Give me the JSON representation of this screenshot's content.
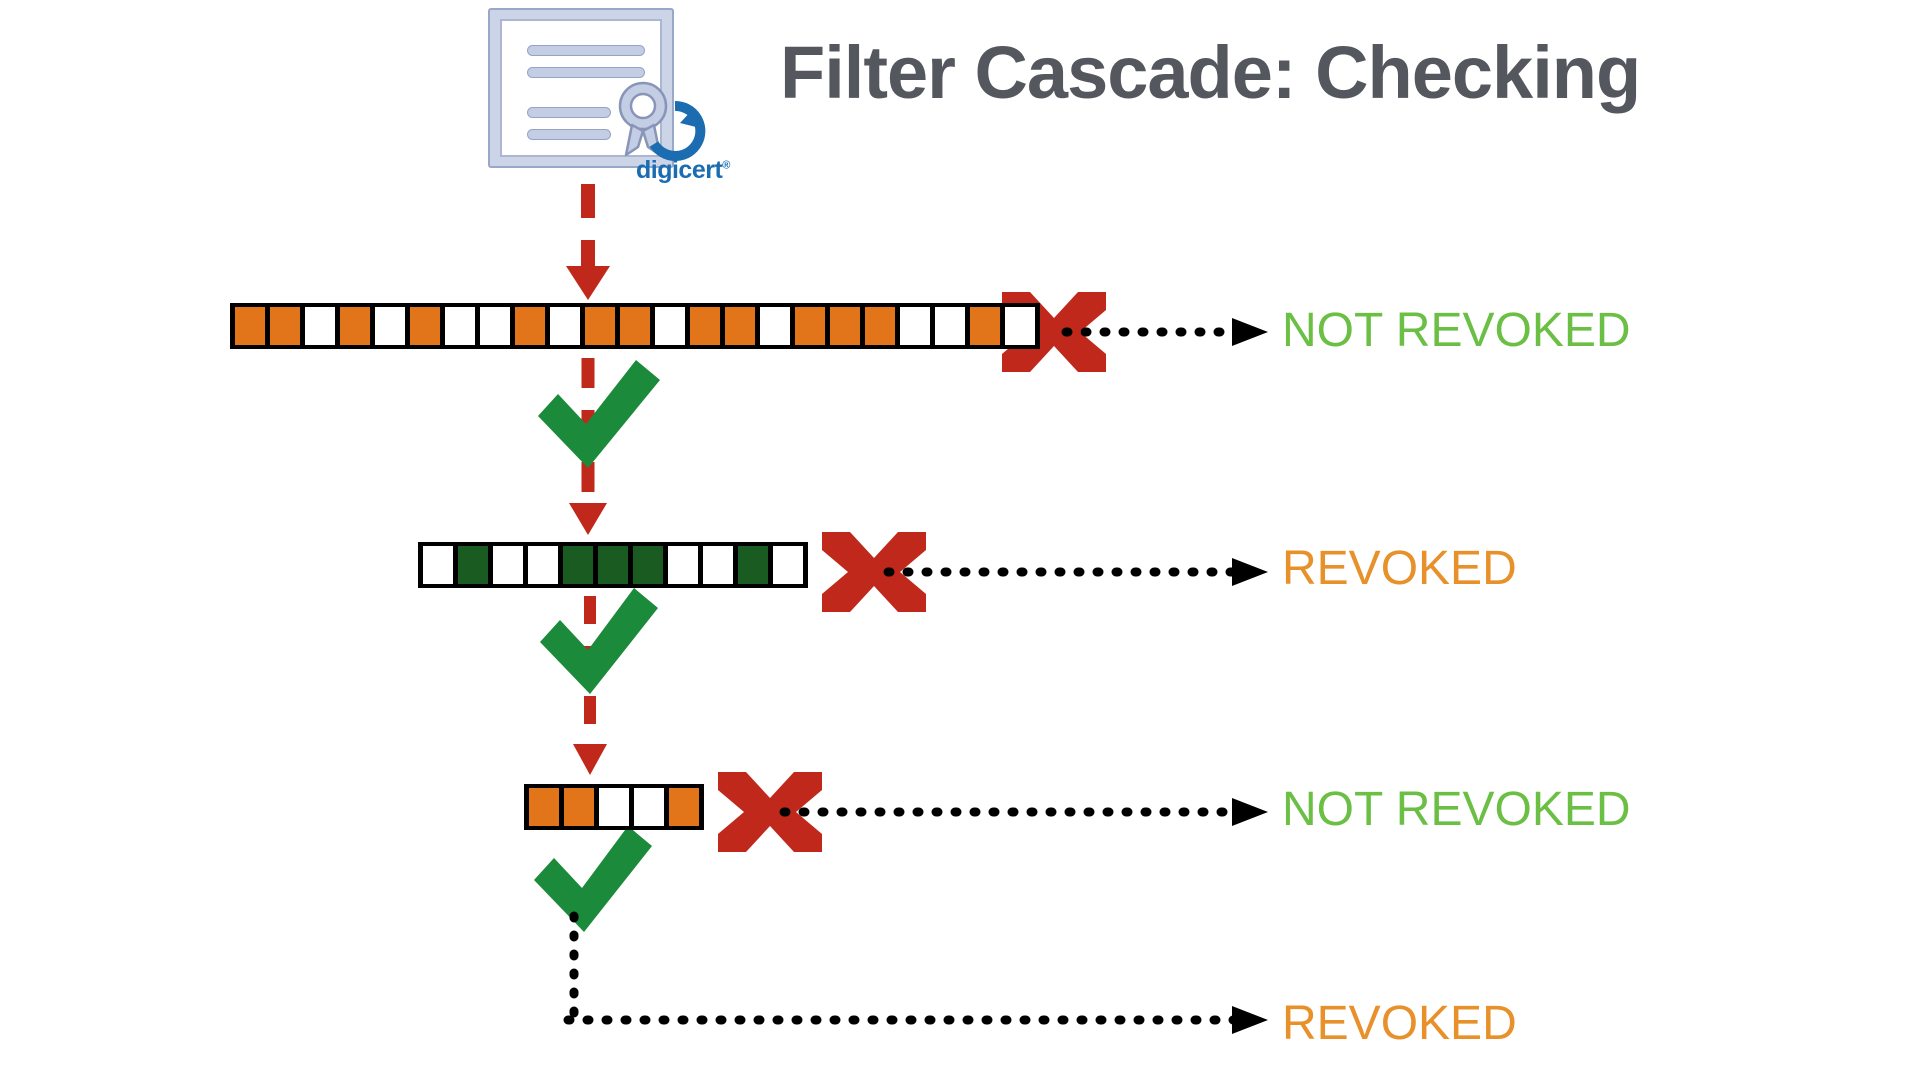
{
  "page": {
    "title": "Filter Cascade: Checking",
    "background": "#ffffff"
  },
  "colors": {
    "title": "#54585E",
    "orange_cell": "#E2751A",
    "green_cell": "#1A5B22",
    "off_cell": "#ffffff",
    "bar_frame": "#000000",
    "red_x": "#C0281C",
    "red_arrow": "#C0281C",
    "green_check": "#1B8A3A",
    "dotted_arrow": "#000000",
    "label_green": "#6CBF45",
    "label_orange": "#E8912B",
    "digicert_blue": "#1B6CB0",
    "certificate_fill": "#ccd4e8",
    "certificate_stroke": "#9aa8c8"
  },
  "certificate": {
    "icon_name": "certificate-icon",
    "brand": "digicert",
    "brand_tm": "®",
    "swoosh_name": "digicert-swoosh-icon"
  },
  "cascade": {
    "input_arrow_label": "certificate-input-arrow",
    "levels": [
      {
        "index": 1,
        "name": "filter-level-1",
        "cell_color": "#E2751A",
        "cell_count": 23,
        "cells": [
          1,
          1,
          0,
          1,
          0,
          1,
          0,
          0,
          1,
          0,
          1,
          1,
          0,
          1,
          1,
          0,
          1,
          1,
          1,
          0,
          0,
          1,
          0
        ],
        "miss_marker": "x-mark",
        "miss_result": "NOT REVOKED",
        "miss_result_color": "#6CBF45",
        "hit_marker": "check-mark"
      },
      {
        "index": 2,
        "name": "filter-level-2",
        "cell_color": "#1A5B22",
        "cell_count": 11,
        "cells": [
          0,
          1,
          0,
          0,
          1,
          1,
          1,
          0,
          0,
          1,
          0
        ],
        "miss_marker": "x-mark",
        "miss_result": "REVOKED",
        "miss_result_color": "#E8912B",
        "hit_marker": "check-mark"
      },
      {
        "index": 3,
        "name": "filter-level-3",
        "cell_color": "#E2751A",
        "cell_count": 5,
        "cells": [
          1,
          1,
          0,
          0,
          1
        ],
        "miss_marker": "x-mark",
        "miss_result": "NOT REVOKED",
        "miss_result_color": "#6CBF45",
        "hit_marker": "check-mark"
      }
    ],
    "final_result": "REVOKED",
    "final_result_color": "#E8912B"
  },
  "labels": {
    "level1_miss": "NOT REVOKED",
    "level2_miss": "REVOKED",
    "level3_miss": "NOT REVOKED",
    "final": "REVOKED"
  }
}
